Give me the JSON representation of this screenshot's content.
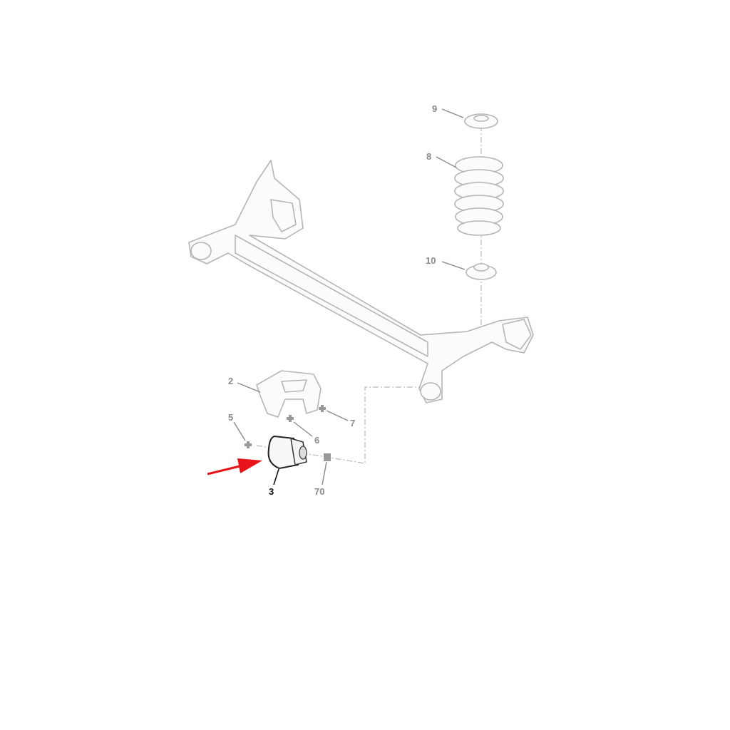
{
  "diagram": {
    "title": "Rear axle beam exploded parts view",
    "highlight_color": "#e8121a",
    "callouts": [
      {
        "id": "9",
        "label": "9",
        "highlighted": false
      },
      {
        "id": "8",
        "label": "8",
        "highlighted": false
      },
      {
        "id": "10",
        "label": "10",
        "highlighted": false
      },
      {
        "id": "2",
        "label": "2",
        "highlighted": false
      },
      {
        "id": "7",
        "label": "7",
        "highlighted": false
      },
      {
        "id": "5",
        "label": "5",
        "highlighted": false
      },
      {
        "id": "6",
        "label": "6",
        "highlighted": false
      },
      {
        "id": "3",
        "label": "3",
        "highlighted": true
      },
      {
        "id": "70",
        "label": "70",
        "highlighted": false
      }
    ]
  }
}
